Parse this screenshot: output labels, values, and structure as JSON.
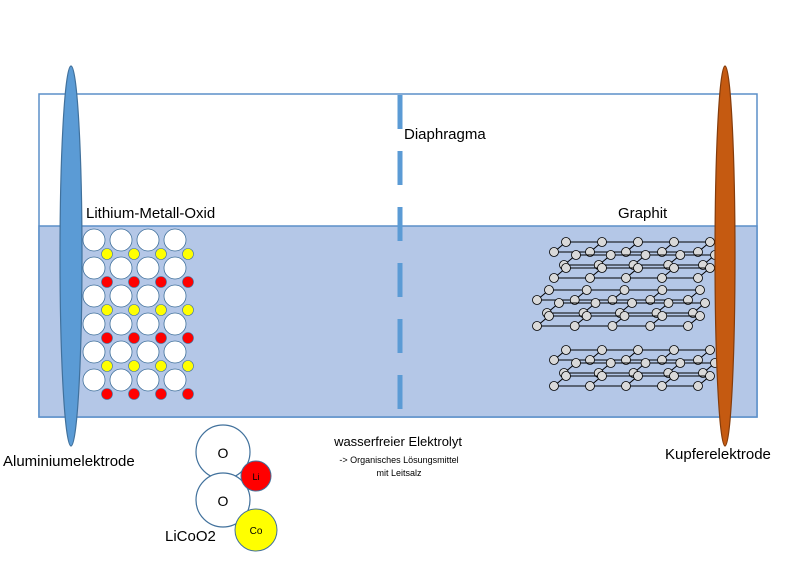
{
  "labels": {
    "diaphragma": "Diaphragma",
    "cathode_material": "Lithium-Metall-Oxid",
    "anode_material": "Graphit",
    "left_electrode": "Aluminiumelektrode",
    "right_electrode": "Kupferelektrode",
    "electrolyte_title": "wasserfreier Elektrolyt",
    "electrolyte_line1": "-> Organisches Lösungsmittel",
    "electrolyte_line2": "mit Leitsalz",
    "formula": "LiCoO2"
  },
  "legend_atoms": {
    "oxygen": "O",
    "lithium": "Li",
    "cobalt": "Co"
  },
  "colors": {
    "electrolyte": "#b4c7e7",
    "cell_border": "#5b8fc9",
    "aluminium_electrode": "#5b9bd5",
    "copper_electrode": "#c55a11",
    "diaphragma": "#5b9bd5",
    "lithium": "#ff0000",
    "cobalt": "#ffff00",
    "oxygen": "#ffffff",
    "graphite_node": "#d9d9d9"
  },
  "icons": {
    "lattice": "lithium-cobalt-oxide-lattice",
    "graphite": "graphite-layer-structure"
  }
}
